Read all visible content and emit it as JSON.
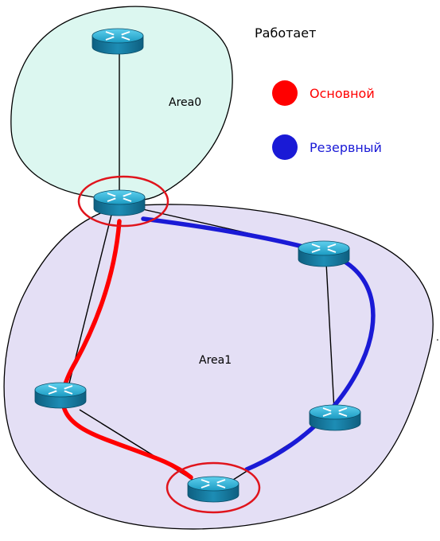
{
  "title": "Работает",
  "legend": [
    {
      "label": "Основной",
      "color": "#ff0000"
    },
    {
      "label": "Резервный",
      "color": "#1a1ad6"
    }
  ],
  "areas": [
    {
      "id": "area0",
      "label": "Area0",
      "fill": "#dcf7f0"
    },
    {
      "id": "area1",
      "label": "Area1",
      "fill": "#e4dff5"
    }
  ],
  "routers": [
    "r-top",
    "r-abr",
    "r-right-upper",
    "r-left",
    "r-right-lower",
    "r-bottom"
  ],
  "links": [
    [
      "r-top",
      "r-abr"
    ],
    [
      "r-abr",
      "r-right-upper"
    ],
    [
      "r-abr",
      "r-left"
    ],
    [
      "r-right-upper",
      "r-right-lower"
    ],
    [
      "r-left",
      "r-bottom"
    ],
    [
      "r-right-lower",
      "r-bottom"
    ]
  ],
  "paths": [
    {
      "name": "Основной",
      "color": "#ff0000",
      "routers": [
        "r-abr",
        "r-left",
        "r-bottom"
      ]
    },
    {
      "name": "Резервный",
      "color": "#1a1ad6",
      "routers": [
        "r-abr",
        "r-right-upper",
        "r-right-lower",
        "r-bottom"
      ]
    }
  ],
  "highlighted": [
    "r-abr",
    "r-bottom"
  ],
  "stray_mark": "."
}
